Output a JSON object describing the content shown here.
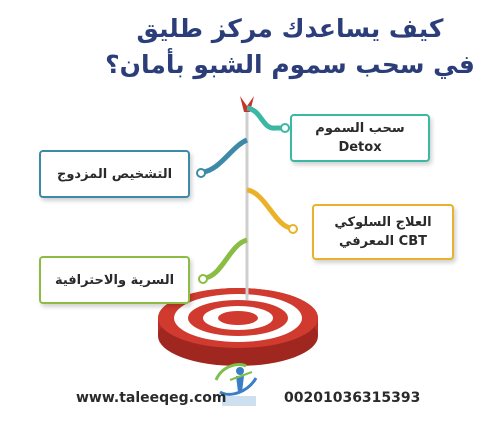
{
  "title": {
    "line1": "كيف يساعدك مركز طليق",
    "line2": "في سحب سموم الشبو بأمان؟"
  },
  "boxes": {
    "detox": {
      "line1": "سحب السموم",
      "line2": "Detox"
    },
    "diagnosis": {
      "label": "التشخيص المزدوج"
    },
    "cbt": {
      "line1": "العلاج السلوكي",
      "line2": "CBT المعرفي"
    },
    "privacy": {
      "label": "السرية والاحترافية"
    }
  },
  "footer": {
    "website": "www.taleeqeg.com",
    "phone": "00201036315393"
  },
  "icons": {
    "arrow": "arrow-icon",
    "target": "target-icon",
    "logo": "taleeq-logo-icon"
  },
  "colors": {
    "title": "#2c3e7a",
    "teal": "#3bb8a4",
    "blue": "#3d8aa8",
    "yellow": "#e9b22a",
    "green": "#8bbd45",
    "target_red": "#c9342a"
  }
}
